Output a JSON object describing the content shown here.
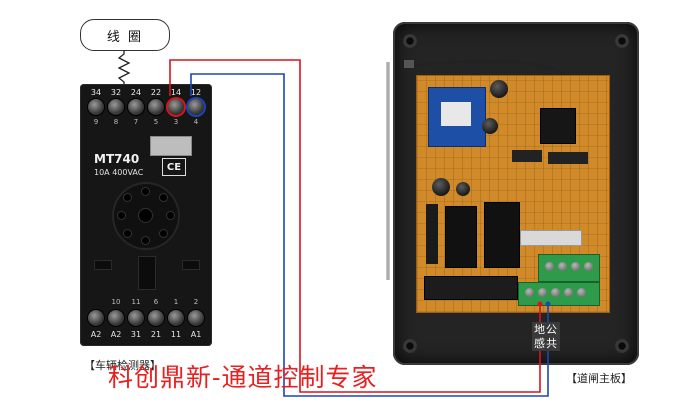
{
  "coil": {
    "label": "线 圈"
  },
  "relay": {
    "top_terminals": [
      "34",
      "32",
      "24",
      "22",
      "14",
      "12"
    ],
    "top_pins": [
      "9",
      "8",
      "7",
      "5",
      "3",
      "4"
    ],
    "bottom_pins": [
      "10",
      "11",
      "6",
      "1",
      "2"
    ],
    "bottom_terminals": [
      "A2",
      "A2",
      "31",
      "21",
      "11",
      "A1"
    ],
    "model": "MT740",
    "rating": "10A 400VAC",
    "ce_mark": "CE",
    "caption": "【车辆检测器】"
  },
  "controller": {
    "terminal_label_top": "地公",
    "terminal_label_bottom": "感共",
    "caption": "【道闸主板】"
  },
  "wiring": {
    "colors": {
      "red": "#d9141a",
      "blue": "#1b46b5"
    }
  },
  "watermark": {
    "text": "科创鼎新-通道控制专家"
  }
}
